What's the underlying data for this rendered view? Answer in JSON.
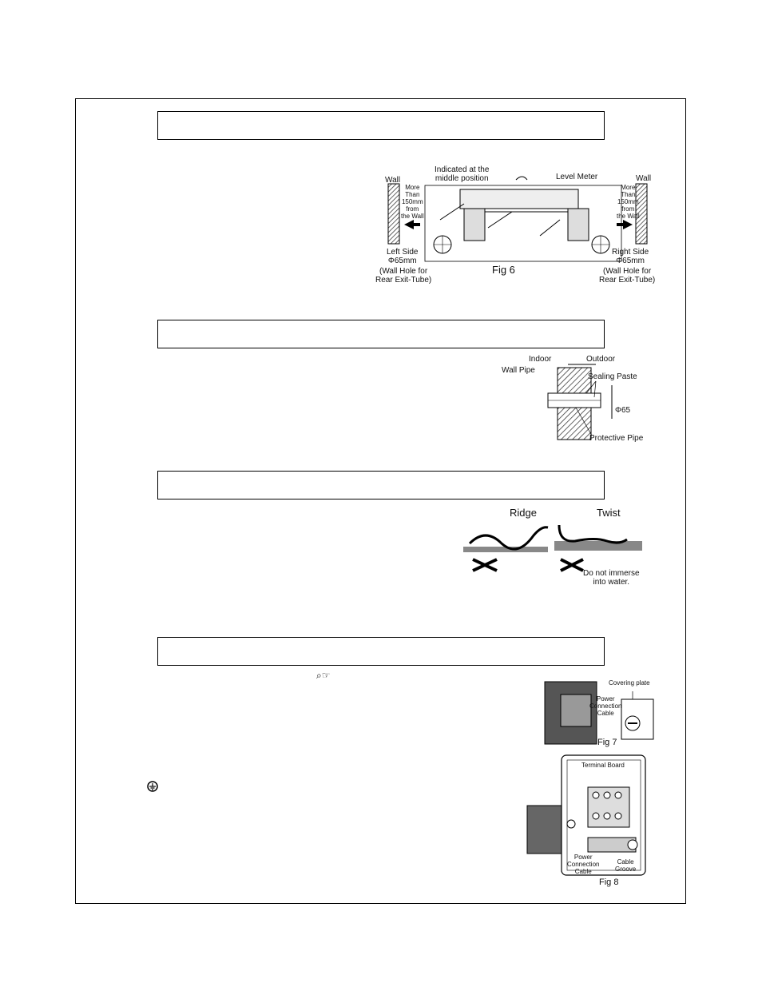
{
  "fig6": {
    "caption": "Fig 6",
    "wall_left": "Wall",
    "wall_right": "Wall",
    "middle_label": "Indicated at the\nmiddle position",
    "level_meter": "Level Meter",
    "left_clearance": "More\nThan\n150mm\nfrom\nthe Wall",
    "right_clearance": "More\nThan\n150mm\nfrom\nthe Wall",
    "left_side": "Left Side\nΦ65mm",
    "right_side": "Right Side\nΦ65mm",
    "left_hole": "(Wall Hole for\nRear Exit-Tube)",
    "right_hole": "(Wall Hole for\nRear Exit-Tube)"
  },
  "wall_pipe_fig": {
    "indoor": "Indoor",
    "outdoor": "Outdoor",
    "wall_pipe": "Wall Pipe",
    "sealing_paste": "Sealing Paste",
    "diameter": "Φ65",
    "protective_pipe": "Protective Pipe"
  },
  "drain_fig": {
    "ridge": "Ridge",
    "twist": "Twist",
    "immerse_note": "Do not immerse\ninto water."
  },
  "fig7": {
    "caption": "Fig 7",
    "covering_plate": "Covering plate",
    "power_cable": "Power\nConnection\nCable"
  },
  "fig8": {
    "caption": "Fig 8",
    "terminal_board": "Terminal Board",
    "power_cable": "Power\nConnection\nCable",
    "cable_groove": "Cable\nGroove"
  },
  "inline_glyph": "⌕☞"
}
